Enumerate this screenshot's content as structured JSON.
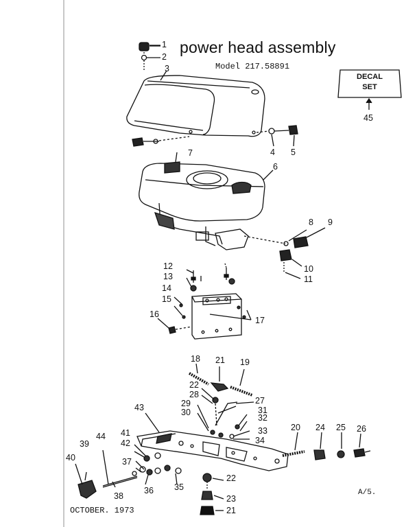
{
  "header": {
    "title": "power head assembly",
    "model": "Model 217.58891"
  },
  "decal": {
    "line1": "DECAL",
    "line2": "SET"
  },
  "footer": {
    "date": "OCTOBER. 1973",
    "page": "A/5."
  },
  "callouts": {
    "c1": "1",
    "c2": "2",
    "c3": "3",
    "c4": "4",
    "c5": "5",
    "c6": "6",
    "c7": "7",
    "c8": "8",
    "c9": "9",
    "c10": "10",
    "c11": "11",
    "c12": "12",
    "c13": "13",
    "c14": "14",
    "c15": "15",
    "c16": "16",
    "c17": "17",
    "c18": "18",
    "c19": "19",
    "c20": "20",
    "c21a": "21",
    "c21b": "21",
    "c22a": "22",
    "c22b": "22",
    "c23": "23",
    "c24": "24",
    "c25": "25",
    "c26": "26",
    "c27": "27",
    "c28": "28",
    "c29": "29",
    "c30": "30",
    "c31": "31",
    "c32": "32",
    "c33": "33",
    "c34": "34",
    "c35": "35",
    "c36": "36",
    "c37": "37",
    "c38": "38",
    "c39": "39",
    "c40": "40",
    "c41": "41",
    "c42": "42",
    "c43": "43",
    "c44": "44",
    "c45": "45"
  }
}
